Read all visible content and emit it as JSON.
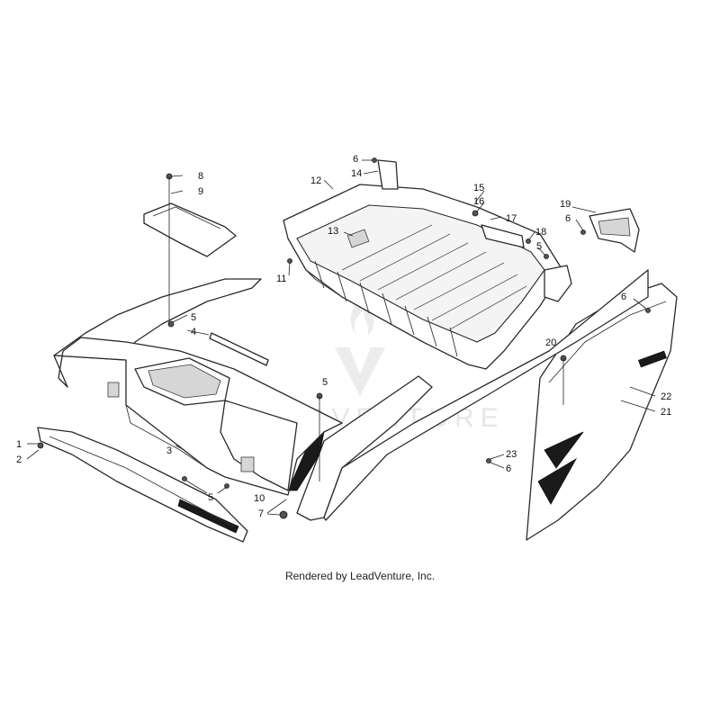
{
  "diagram": {
    "callouts": [
      "1",
      "2",
      "3",
      "4",
      "5",
      "5",
      "5",
      "5",
      "5",
      "6",
      "6",
      "6",
      "6",
      "7",
      "8",
      "9",
      "10",
      "11",
      "12",
      "13",
      "14",
      "15",
      "16",
      "17",
      "18",
      "19",
      "20",
      "21",
      "22",
      "23"
    ],
    "watermark": "LEADVENTURE",
    "credit": "Rendered by LeadVenture, Inc."
  }
}
